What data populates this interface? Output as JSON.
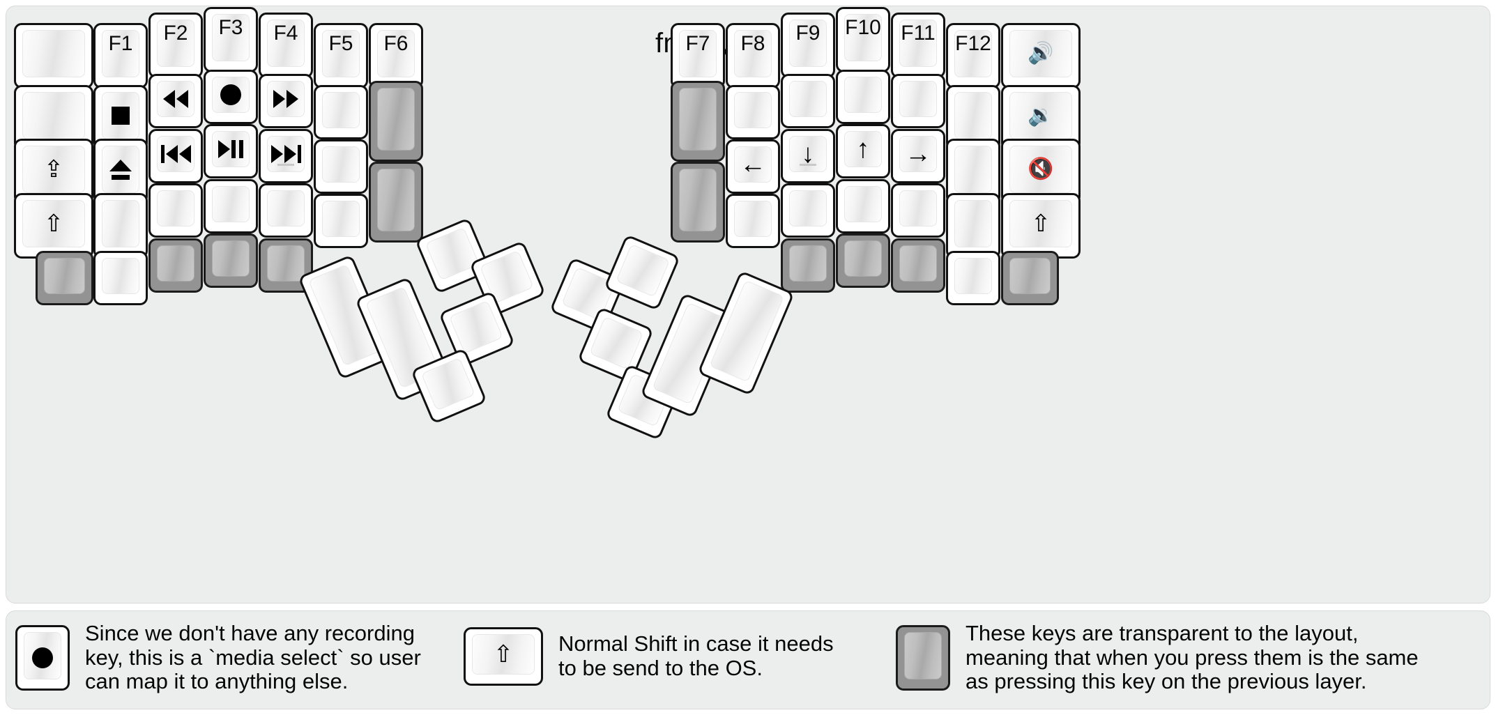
{
  "title": "fn Layer",
  "colors": {
    "background": "#ffffff",
    "panel": "#eceded",
    "keycap_border": "#111111",
    "keycap_face_light": "#fdfdfd",
    "keycap_face_shade": "#e4e4e4",
    "transparent_key": "#939393",
    "text": "#0a0a0a"
  },
  "left_half": {
    "columns": [
      {
        "name": "col-pinky-outer",
        "keys": [
          {
            "label": "",
            "icon": "",
            "style": "normal"
          },
          {
            "label": "",
            "icon": "",
            "style": "normal"
          },
          {
            "label": "",
            "icon": "caps-shift-icon",
            "style": "normal"
          },
          {
            "label": "",
            "icon": "shift-icon",
            "style": "normal"
          },
          {
            "label": "",
            "icon": "",
            "style": "transparent"
          }
        ]
      },
      {
        "name": "col-pinky",
        "keys": [
          {
            "label": "F1",
            "icon": "",
            "style": "normal"
          },
          {
            "label": "",
            "icon": "media-stop-icon",
            "style": "normal"
          },
          {
            "label": "",
            "icon": "media-eject-icon",
            "style": "normal"
          },
          {
            "label": "",
            "icon": "",
            "style": "normal"
          },
          {
            "label": "",
            "icon": "",
            "style": "normal"
          }
        ]
      },
      {
        "name": "col-ring",
        "keys": [
          {
            "label": "F2",
            "icon": "",
            "style": "normal"
          },
          {
            "label": "",
            "icon": "media-rewind-icon",
            "style": "normal"
          },
          {
            "label": "",
            "icon": "media-previous-icon",
            "style": "normal"
          },
          {
            "label": "",
            "icon": "",
            "style": "normal"
          },
          {
            "label": "",
            "icon": "",
            "style": "transparent"
          }
        ]
      },
      {
        "name": "col-middle",
        "keys": [
          {
            "label": "F3",
            "icon": "",
            "style": "normal"
          },
          {
            "label": "",
            "icon": "media-record-icon",
            "style": "normal"
          },
          {
            "label": "",
            "icon": "media-play-pause-icon",
            "style": "normal"
          },
          {
            "label": "",
            "icon": "",
            "style": "normal"
          },
          {
            "label": "",
            "icon": "",
            "style": "transparent"
          }
        ]
      },
      {
        "name": "col-index",
        "keys": [
          {
            "label": "F4",
            "icon": "",
            "style": "normal"
          },
          {
            "label": "",
            "icon": "media-fast-forward-icon",
            "style": "normal"
          },
          {
            "label": "",
            "icon": "media-next-icon",
            "style": "normal"
          },
          {
            "label": "",
            "icon": "",
            "style": "normal"
          },
          {
            "label": "",
            "icon": "",
            "style": "transparent"
          }
        ]
      },
      {
        "name": "col-inner",
        "keys": [
          {
            "label": "F5",
            "icon": "",
            "style": "normal"
          },
          {
            "label": "",
            "icon": "",
            "style": "normal"
          },
          {
            "label": "",
            "icon": "",
            "style": "normal"
          },
          {
            "label": "",
            "icon": "",
            "style": "normal"
          }
        ]
      },
      {
        "name": "col-innermost",
        "keys": [
          {
            "label": "F6",
            "icon": "",
            "style": "normal"
          },
          {
            "label": "",
            "icon": "",
            "style": "transparent"
          },
          {
            "label": "",
            "icon": "",
            "style": "transparent"
          }
        ]
      }
    ],
    "thumb_cluster": [
      {
        "name": "thumb-big-1",
        "label": "",
        "style": "normal"
      },
      {
        "name": "thumb-big-2",
        "label": "",
        "style": "normal"
      },
      {
        "name": "thumb-small-1",
        "label": "",
        "style": "normal"
      },
      {
        "name": "thumb-small-2",
        "label": "",
        "style": "normal"
      },
      {
        "name": "thumb-small-3",
        "label": "",
        "style": "normal"
      },
      {
        "name": "thumb-small-4",
        "label": "",
        "style": "normal"
      }
    ]
  },
  "right_half": {
    "columns": [
      {
        "name": "col-innermost",
        "keys": [
          {
            "label": "F7",
            "icon": "",
            "style": "normal"
          },
          {
            "label": "",
            "icon": "",
            "style": "transparent"
          },
          {
            "label": "",
            "icon": "",
            "style": "transparent"
          }
        ]
      },
      {
        "name": "col-inner",
        "keys": [
          {
            "label": "F8",
            "icon": "",
            "style": "normal"
          },
          {
            "label": "",
            "icon": "",
            "style": "normal"
          },
          {
            "label": "",
            "icon": "arrow-left-icon",
            "style": "normal"
          },
          {
            "label": "",
            "icon": "",
            "style": "normal"
          }
        ]
      },
      {
        "name": "col-index",
        "keys": [
          {
            "label": "F9",
            "icon": "",
            "style": "normal"
          },
          {
            "label": "",
            "icon": "",
            "style": "normal"
          },
          {
            "label": "",
            "icon": "arrow-down-icon",
            "style": "normal"
          },
          {
            "label": "",
            "icon": "",
            "style": "normal"
          },
          {
            "label": "",
            "icon": "",
            "style": "transparent"
          }
        ]
      },
      {
        "name": "col-middle",
        "keys": [
          {
            "label": "F10",
            "icon": "",
            "style": "normal"
          },
          {
            "label": "",
            "icon": "",
            "style": "normal"
          },
          {
            "label": "",
            "icon": "arrow-up-icon",
            "style": "normal"
          },
          {
            "label": "",
            "icon": "",
            "style": "normal"
          },
          {
            "label": "",
            "icon": "",
            "style": "transparent"
          }
        ]
      },
      {
        "name": "col-ring",
        "keys": [
          {
            "label": "F11",
            "icon": "",
            "style": "normal"
          },
          {
            "label": "",
            "icon": "",
            "style": "normal"
          },
          {
            "label": "",
            "icon": "arrow-right-icon",
            "style": "normal"
          },
          {
            "label": "",
            "icon": "",
            "style": "normal"
          },
          {
            "label": "",
            "icon": "",
            "style": "transparent"
          }
        ]
      },
      {
        "name": "col-pinky",
        "keys": [
          {
            "label": "F12",
            "icon": "",
            "style": "normal"
          },
          {
            "label": "",
            "icon": "",
            "style": "normal"
          },
          {
            "label": "",
            "icon": "",
            "style": "normal"
          },
          {
            "label": "",
            "icon": "",
            "style": "normal"
          },
          {
            "label": "",
            "icon": "",
            "style": "normal"
          }
        ]
      },
      {
        "name": "col-pinky-outer",
        "keys": [
          {
            "label": "",
            "icon": "volume-up-icon",
            "style": "normal"
          },
          {
            "label": "",
            "icon": "volume-down-icon",
            "style": "normal"
          },
          {
            "label": "",
            "icon": "volume-mute-icon",
            "style": "normal"
          },
          {
            "label": "",
            "icon": "shift-icon",
            "style": "normal"
          },
          {
            "label": "",
            "icon": "",
            "style": "transparent"
          }
        ]
      }
    ],
    "thumb_cluster": [
      {
        "name": "thumb-small-1",
        "label": "",
        "style": "normal"
      },
      {
        "name": "thumb-small-2",
        "label": "",
        "style": "normal"
      },
      {
        "name": "thumb-small-3",
        "label": "",
        "style": "normal"
      },
      {
        "name": "thumb-small-4",
        "label": "",
        "style": "normal"
      },
      {
        "name": "thumb-big-1",
        "label": "",
        "style": "normal"
      },
      {
        "name": "thumb-big-2",
        "label": "",
        "style": "normal"
      }
    ]
  },
  "legend": [
    {
      "icon": "media-record-icon",
      "style": "normal",
      "text": "Since we don't have any recording\nkey, this is a `media select` so user\ncan map it to anything else."
    },
    {
      "icon": "shift-icon",
      "style": "normal",
      "text": "Normal Shift in case it needs\nto be send to the OS."
    },
    {
      "icon": "",
      "style": "transparent",
      "text": "These keys are transparent to the layout,\nmeaning that when you press them is the same\nas pressing this key on the previous layer."
    }
  ]
}
